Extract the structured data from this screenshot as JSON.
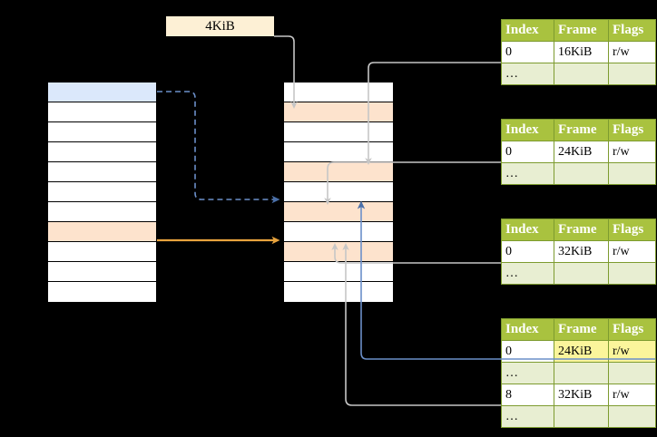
{
  "diagram": {
    "title": "",
    "page_size_label": "4KiB",
    "colors": {
      "header_green": "#a9c23f",
      "row_alt_green": "#e8eed2",
      "highlight_yellow": "#fbf59b",
      "selected_blue": "#dbe8fb",
      "selected_peach": "#fde3cd",
      "arrow_orange": "#e8a33d",
      "arrow_blue": "#6b8fc9",
      "arrow_gray": "#c0c0c0",
      "box_cream": "#fdf0d5"
    }
  },
  "left_column": {
    "name": "page-directory-left",
    "row_count": 11,
    "rows": [
      {
        "index": 0,
        "fill": "blue",
        "label": ""
      },
      {
        "index": 1,
        "fill": "white",
        "label": ""
      },
      {
        "index": 2,
        "fill": "white",
        "label": ""
      },
      {
        "index": 3,
        "fill": "white",
        "label": ""
      },
      {
        "index": 4,
        "fill": "white",
        "label": ""
      },
      {
        "index": 5,
        "fill": "white",
        "label": ""
      },
      {
        "index": 6,
        "fill": "white",
        "label": ""
      },
      {
        "index": 7,
        "fill": "peach",
        "label": ""
      },
      {
        "index": 8,
        "fill": "white",
        "label": ""
      },
      {
        "index": 9,
        "fill": "white",
        "label": ""
      },
      {
        "index": 10,
        "fill": "white",
        "label": ""
      }
    ]
  },
  "middle_column": {
    "name": "page-table-middle",
    "row_count": 11,
    "rows": [
      {
        "index": 0,
        "fill": "white",
        "label": ""
      },
      {
        "index": 1,
        "fill": "peach",
        "label": ""
      },
      {
        "index": 2,
        "fill": "white",
        "label": ""
      },
      {
        "index": 3,
        "fill": "white",
        "label": ""
      },
      {
        "index": 4,
        "fill": "peach",
        "label": ""
      },
      {
        "index": 5,
        "fill": "white",
        "label": ""
      },
      {
        "index": 6,
        "fill": "peach",
        "label": ""
      },
      {
        "index": 7,
        "fill": "white",
        "label": ""
      },
      {
        "index": 8,
        "fill": "peach",
        "label": ""
      },
      {
        "index": 9,
        "fill": "white",
        "label": ""
      },
      {
        "index": 10,
        "fill": "white",
        "label": ""
      }
    ]
  },
  "tables": {
    "headers": [
      "Index",
      "Frame",
      "Flags"
    ],
    "list": [
      {
        "name": "page-table-1",
        "rows": [
          {
            "cells": [
              "0",
              "16KiB",
              "r/w"
            ],
            "style": "white",
            "highlight": []
          },
          {
            "cells": [
              "…",
              "",
              ""
            ],
            "style": "alt",
            "highlight": []
          }
        ]
      },
      {
        "name": "page-table-2",
        "rows": [
          {
            "cells": [
              "0",
              "24KiB",
              "r/w"
            ],
            "style": "white",
            "highlight": []
          },
          {
            "cells": [
              "…",
              "",
              ""
            ],
            "style": "alt",
            "highlight": []
          }
        ]
      },
      {
        "name": "page-table-3",
        "rows": [
          {
            "cells": [
              "0",
              "32KiB",
              "r/w"
            ],
            "style": "white",
            "highlight": []
          },
          {
            "cells": [
              "…",
              "",
              ""
            ],
            "style": "alt",
            "highlight": []
          }
        ]
      },
      {
        "name": "page-table-4",
        "rows": [
          {
            "cells": [
              "0",
              "24KiB",
              "r/w"
            ],
            "style": "white",
            "highlight": [
              1,
              2
            ]
          },
          {
            "cells": [
              "…",
              "",
              ""
            ],
            "style": "alt",
            "highlight": []
          },
          {
            "cells": [
              "8",
              "32KiB",
              "r/w"
            ],
            "style": "white",
            "highlight": []
          },
          {
            "cells": [
              "…",
              "",
              ""
            ],
            "style": "alt",
            "highlight": []
          }
        ]
      }
    ]
  },
  "connectors": [
    {
      "name": "dashed-blue-left-to-middle",
      "from": "left-row-0",
      "to": "middle-row-6",
      "style": "dashed",
      "color": "#6b8fc9"
    },
    {
      "name": "solid-orange-left-to-middle",
      "from": "left-row-7",
      "to": "middle-row-8",
      "style": "solid",
      "color": "#e8a33d"
    },
    {
      "name": "size-box-to-middle-row-1",
      "from": "size-label",
      "to": "middle-row-1",
      "style": "solid",
      "color": "#c0c0c0"
    },
    {
      "name": "table-1-to-middle-row-4",
      "from": "page-table-1-row-0",
      "to": "middle-row-4",
      "style": "solid",
      "color": "#c0c0c0"
    },
    {
      "name": "table-2-to-middle-row-6",
      "from": "page-table-2-row-0",
      "to": "middle-row-6",
      "style": "solid",
      "color": "#c0c0c0"
    },
    {
      "name": "table-3-to-middle-row-8",
      "from": "page-table-3-row-0",
      "to": "middle-row-8",
      "style": "solid",
      "color": "#c0c0c0"
    },
    {
      "name": "table-4-row-0-to-middle-row-6",
      "from": "page-table-4-row-0",
      "to": "middle-row-6",
      "style": "solid",
      "color": "#6b8fc9"
    },
    {
      "name": "table-4-row-2-to-middle-row-8",
      "from": "page-table-4-row-2",
      "to": "middle-row-8",
      "style": "solid",
      "color": "#c0c0c0"
    }
  ]
}
